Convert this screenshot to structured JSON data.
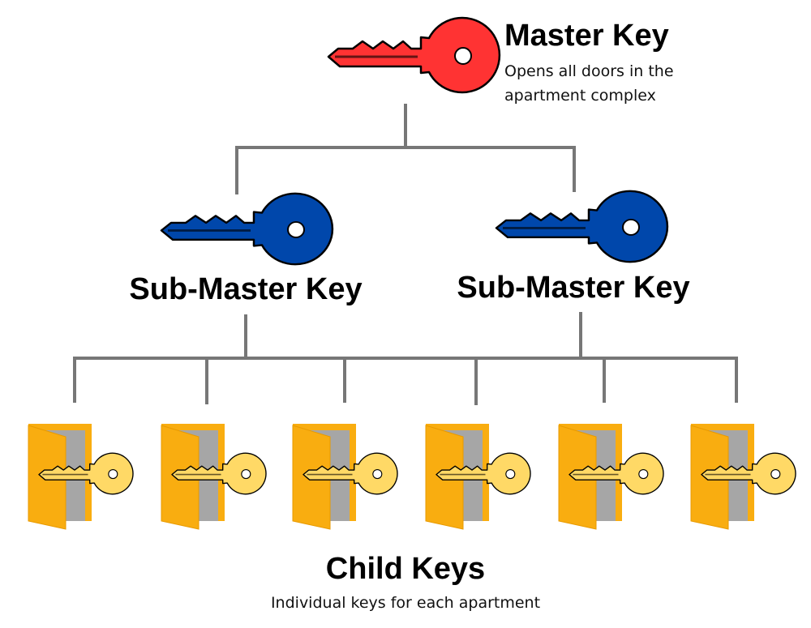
{
  "master": {
    "title": "Master Key",
    "description_line1": "Opens all doors in the",
    "description_line2": "apartment complex",
    "color": "#ff3333"
  },
  "sub_masters": [
    {
      "title": "Sub-Master Key",
      "color": "#0047ab"
    },
    {
      "title": "Sub-Master Key",
      "color": "#0047ab"
    }
  ],
  "children": {
    "title": "Child Keys",
    "description": "Individual keys for each apartment",
    "key_color": "#ffd966",
    "door_color": "#f9ad10",
    "count": 6
  }
}
